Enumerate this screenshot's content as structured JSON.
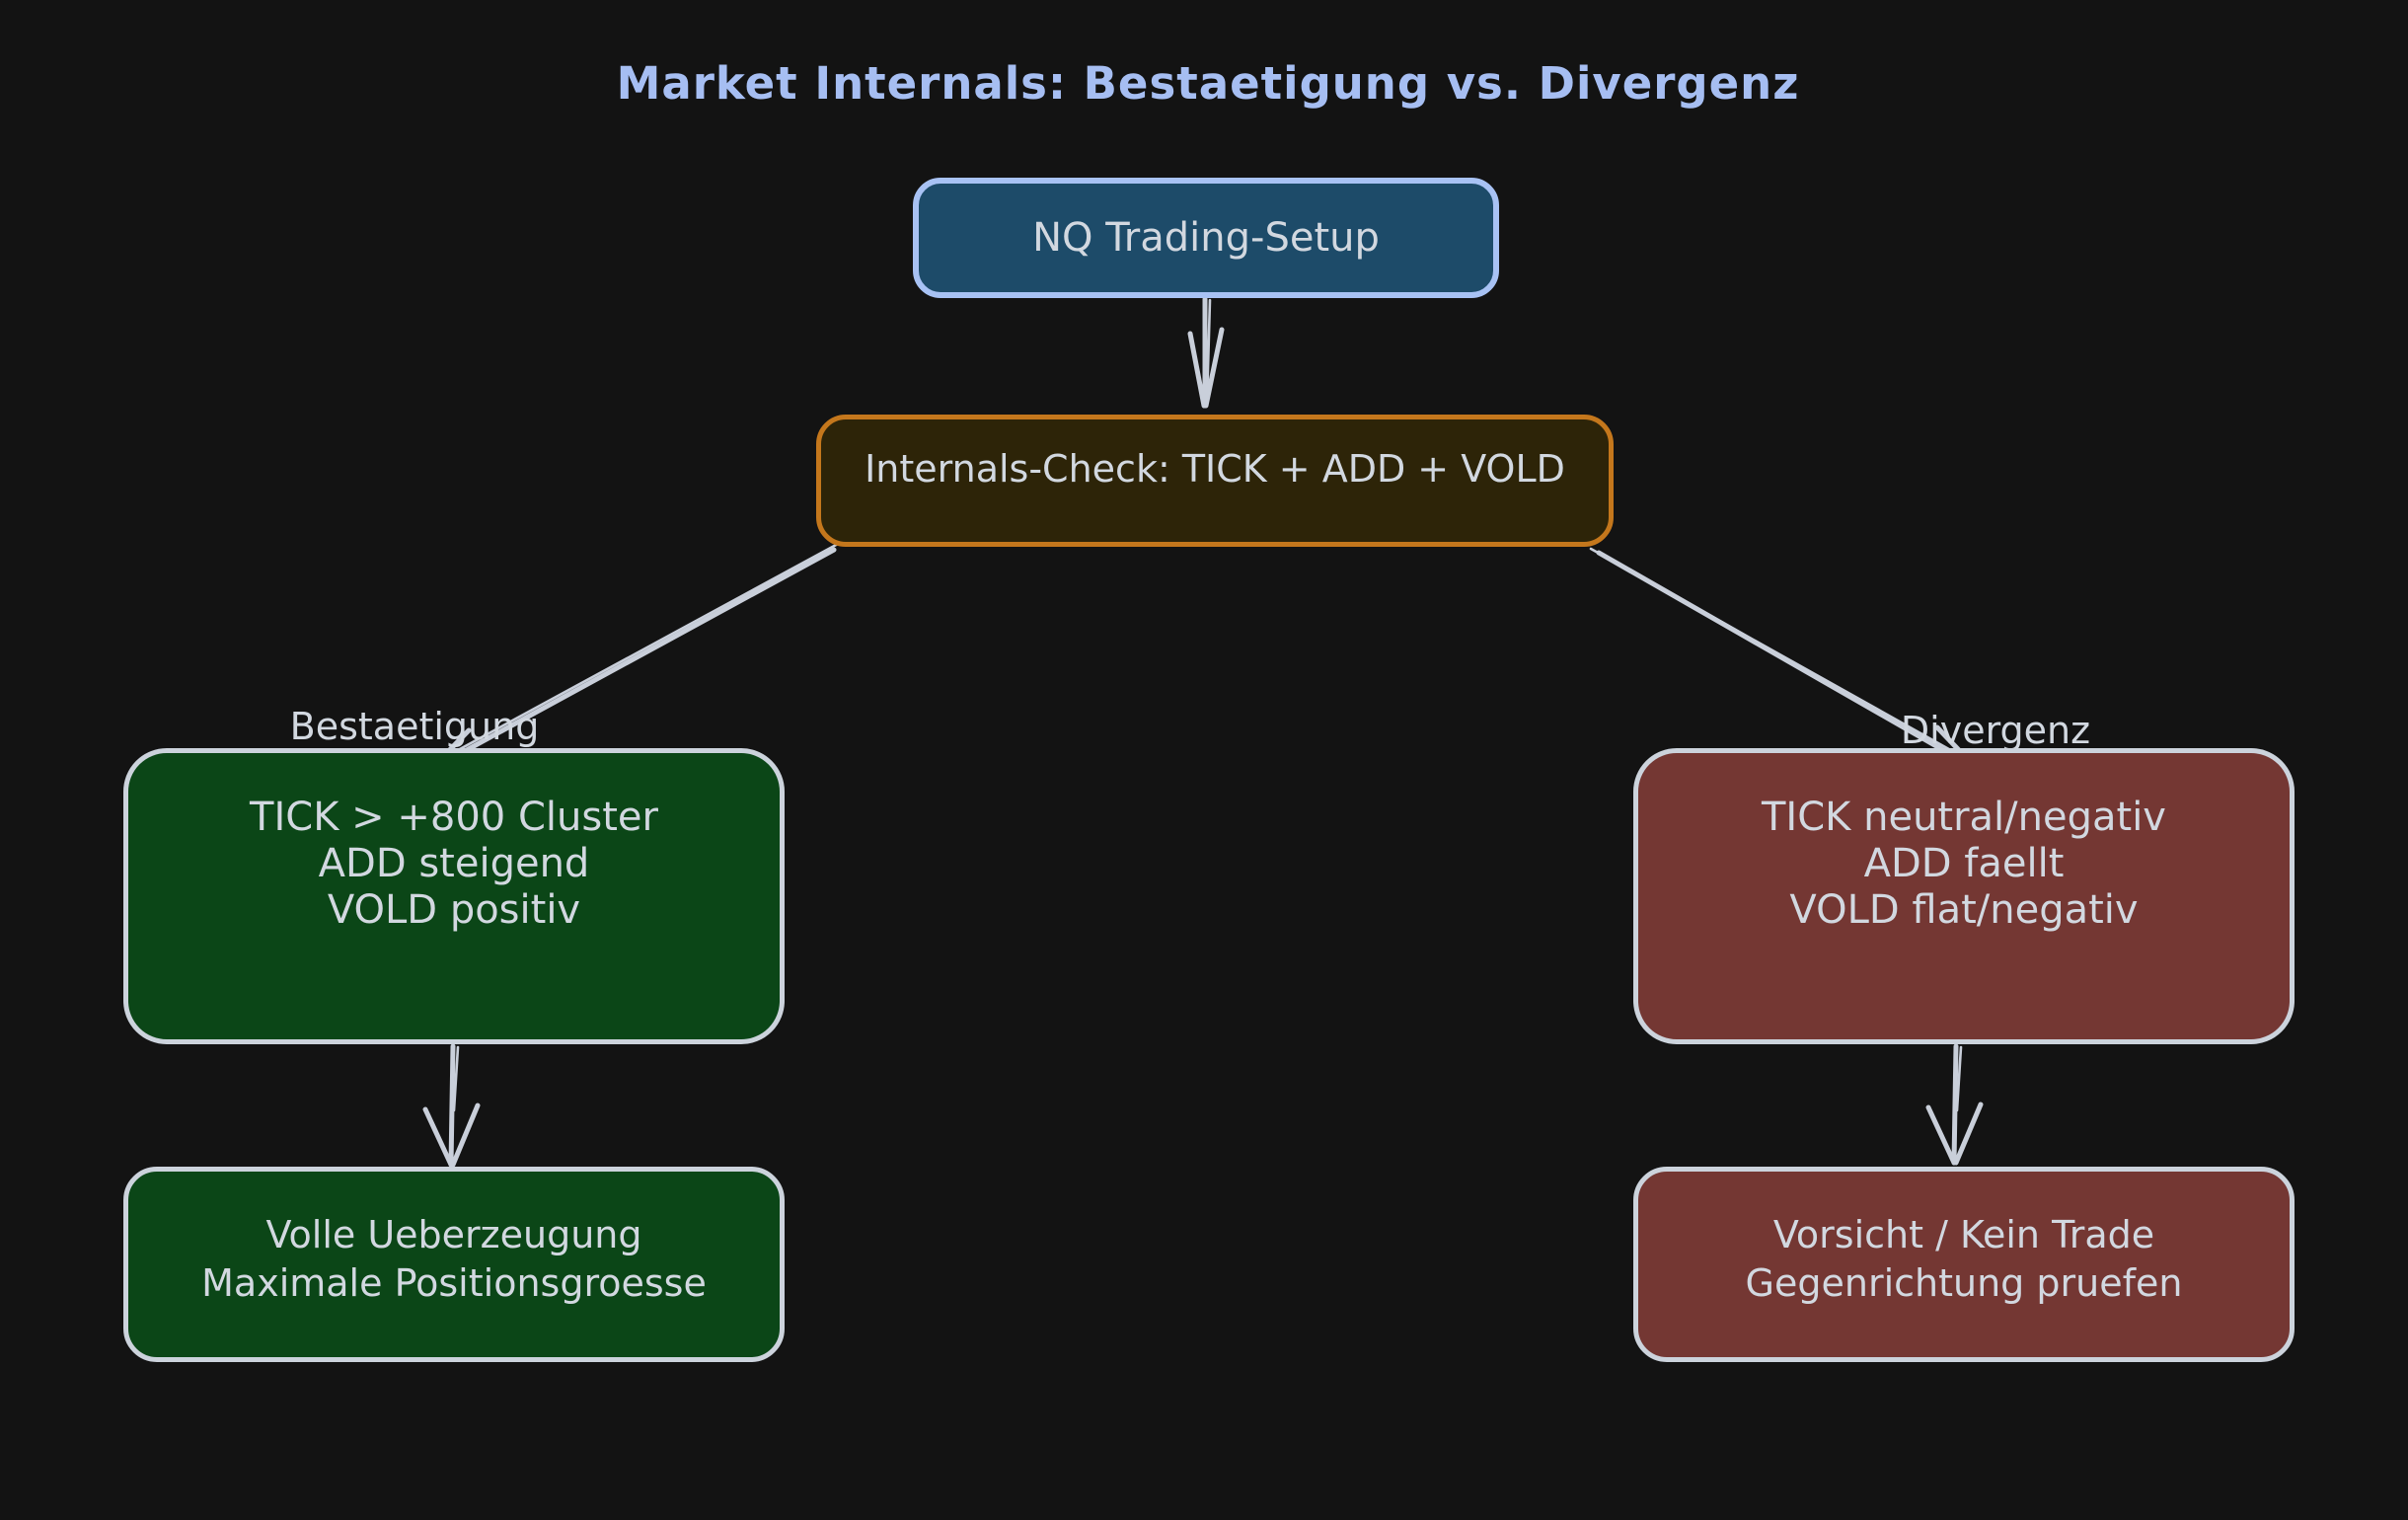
{
  "title": "Market Internals: Bestaetigung vs. Divergenz",
  "nodes": {
    "setup": {
      "label": "NQ Trading-Setup"
    },
    "check": {
      "label": "Internals-Check: TICK + ADD + VOLD"
    },
    "confirm": {
      "lines": [
        "TICK > +800 Cluster",
        "ADD steigend",
        "VOLD positiv"
      ]
    },
    "diverge": {
      "lines": [
        "TICK neutral/negativ",
        "ADD faellt",
        "VOLD flat/negativ"
      ]
    },
    "confirm_action": {
      "lines": [
        "Volle Ueberzeugung",
        "Maximale Positionsgroesse"
      ]
    },
    "diverge_action": {
      "lines": [
        "Vorsicht / Kein Trade",
        "Gegenrichtung pruefen"
      ]
    }
  },
  "edges": {
    "confirm_label": "Bestaetigung",
    "diverge_label": "Divergenz"
  },
  "colors": {
    "background": "#131313",
    "title": "#a6bef2",
    "setup_fill": "#1d4b69",
    "setup_border": "#a8c2f4",
    "check_fill": "#2d2408",
    "check_border": "#c4771c",
    "confirm_fill": "#0b4617",
    "diverge_fill": "#743733",
    "node_border": "#ccd3dc",
    "node_text": "#d2d8e0",
    "arrow": "#c9cfda"
  }
}
